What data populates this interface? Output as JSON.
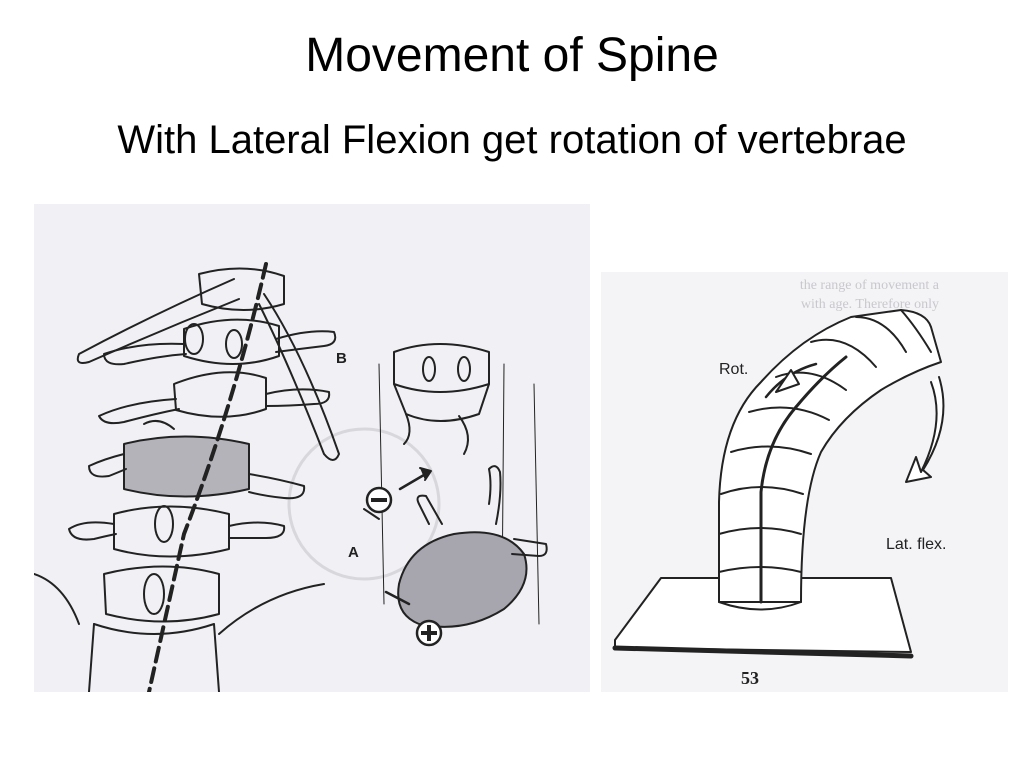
{
  "slide": {
    "title": "Movement of Spine",
    "subtitle": "With Lateral Flexion get rotation of vertebrae"
  },
  "left_figure": {
    "label_b": "B",
    "label_a": "A",
    "icons": [
      "minus-circle-icon",
      "plus-circle-icon"
    ]
  },
  "right_figure": {
    "label_rot": "Rot.",
    "label_lat_flex": "Lat. flex.",
    "page_number": "53",
    "bleed_text_line1": "the range of movement a",
    "bleed_text_line2": "with age. Therefore only"
  },
  "colors": {
    "background": "#ffffff",
    "figure_bg": "#f1f0f4",
    "ink": "#222222",
    "shade": "#9a98a0"
  }
}
